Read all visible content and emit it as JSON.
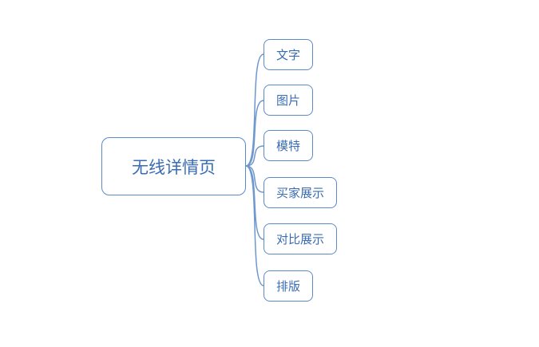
{
  "diagram": {
    "type": "mindmap",
    "root": {
      "label": "无线详情页"
    },
    "children": [
      {
        "label": "文字"
      },
      {
        "label": "图片"
      },
      {
        "label": "模特"
      },
      {
        "label": "买家展示"
      },
      {
        "label": "对比展示"
      },
      {
        "label": "排版"
      }
    ],
    "colors": {
      "node_border": "#5b8ac6",
      "node_text": "#3a6cb4",
      "connector": "#6d97cd",
      "background": "#ffffff"
    }
  }
}
